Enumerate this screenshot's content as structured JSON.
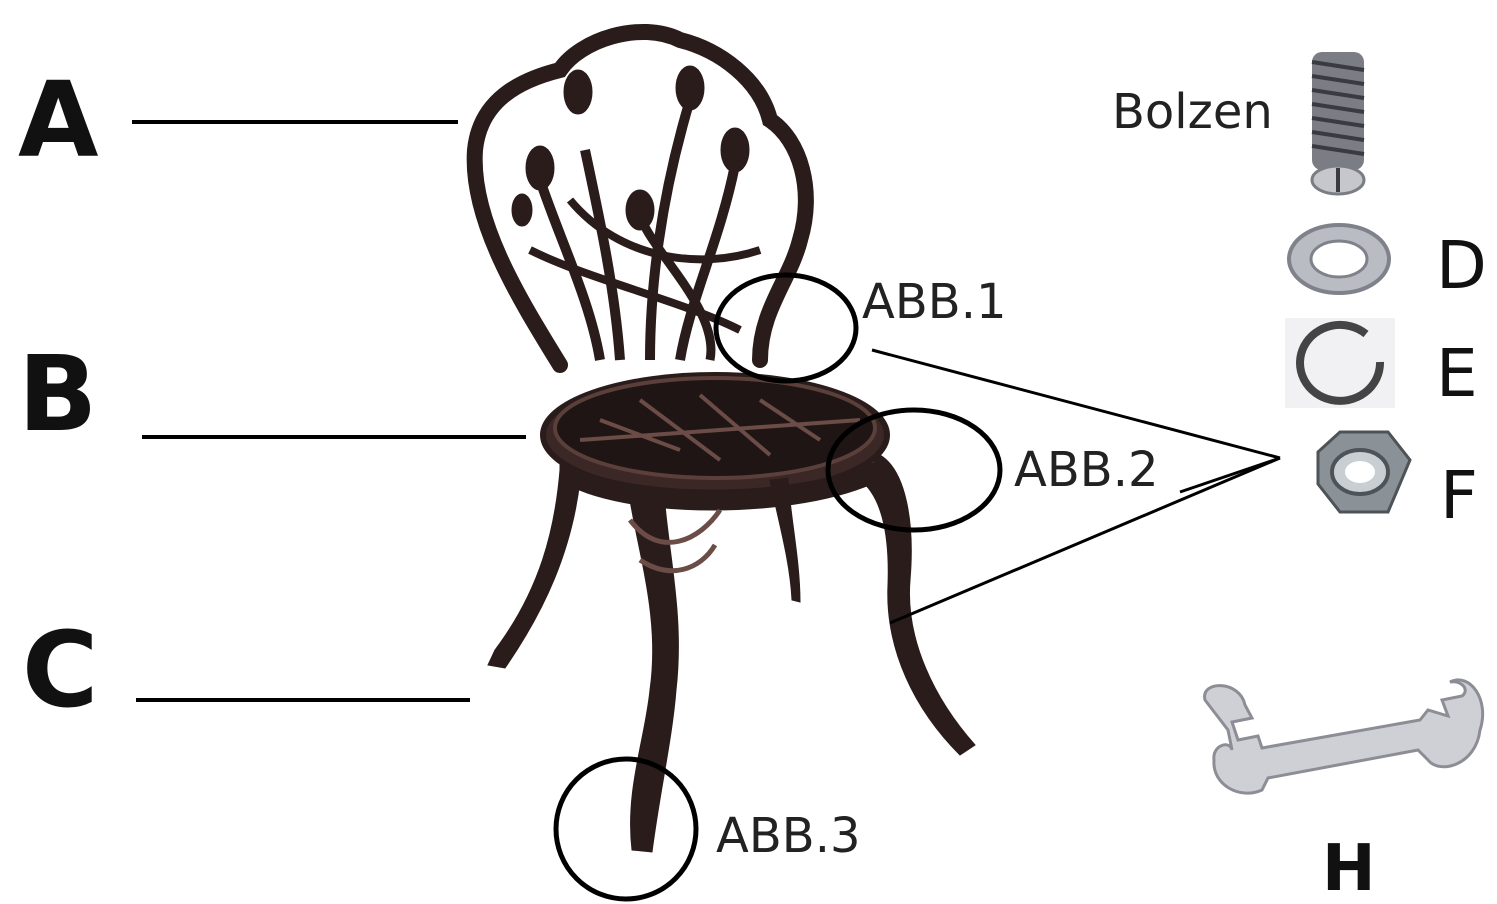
{
  "section_labels": {
    "a": "A",
    "b": "B",
    "c": "C"
  },
  "callouts": {
    "abb1": "ABB.1",
    "abb2": "ABB.2",
    "abb3": "ABB.3"
  },
  "parts": {
    "bolt": "Bolzen",
    "d": "D",
    "e": "E",
    "f": "F",
    "h": "H"
  },
  "colors": {
    "chair": "#2a1c1b",
    "chair_highlight": "#5a3f3a",
    "line": "#000000",
    "hardware": "#b9bcc2",
    "wrench": "#cfcfd6"
  },
  "icons": {
    "chair": "chair-illustration",
    "bolt": "bolt-icon",
    "washer": "washer-icon",
    "spring_washer": "spring-washer-icon",
    "nut": "hex-nut-icon",
    "wrench": "wrench-icon"
  }
}
